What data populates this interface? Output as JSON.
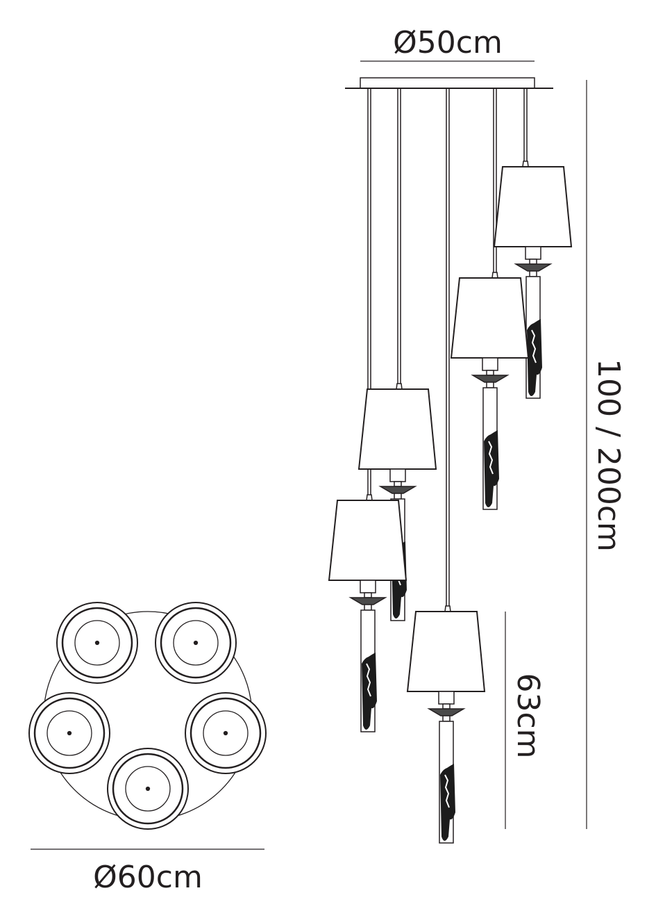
{
  "dimensions": {
    "canopy_diameter": "Ø50cm",
    "overall_height": "100 / 200cm",
    "lamp_height": "63cm",
    "cluster_diameter": "Ø60cm"
  },
  "colors": {
    "line": "#231f20",
    "background": "#ffffff"
  }
}
